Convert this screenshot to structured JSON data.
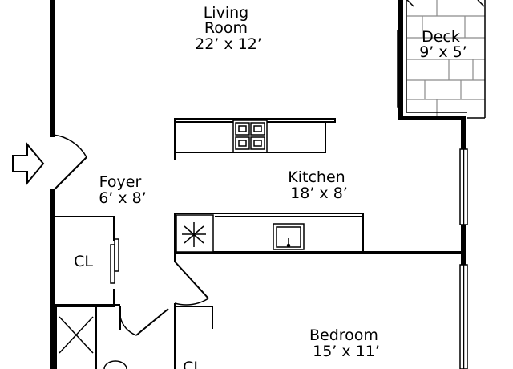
{
  "plan": {
    "rooms": [
      {
        "id": "living-room",
        "lines": [
          "Living",
          "Room",
          "22’ x 12’"
        ]
      },
      {
        "id": "deck",
        "lines": [
          "Deck",
          "9’ x 5’"
        ]
      },
      {
        "id": "foyer",
        "lines": [
          "Foyer",
          "6’ x 8’"
        ]
      },
      {
        "id": "kitchen",
        "lines": [
          "Kitchen",
          "18’ x 8’"
        ]
      },
      {
        "id": "closet-1",
        "lines": [
          "CL"
        ]
      },
      {
        "id": "bedroom",
        "lines": [
          "Bedroom",
          "15’ x 11’"
        ]
      },
      {
        "id": "closet-2",
        "lines": [
          "CL"
        ]
      }
    ]
  }
}
